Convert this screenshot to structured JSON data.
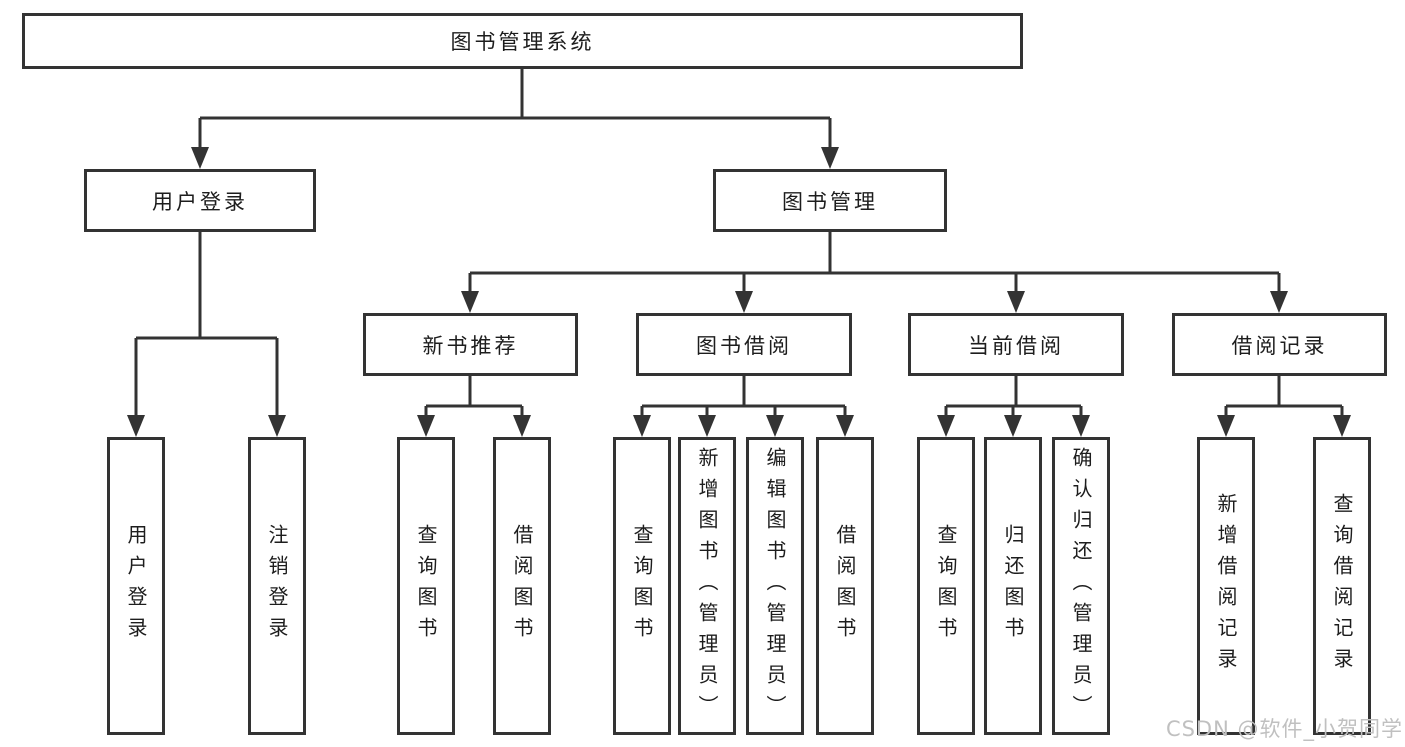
{
  "colors": {
    "line": "#333333",
    "box_border": "#333333",
    "text": "#1d1d1d",
    "watermark": "#c0c0c0",
    "background": "#ffffff"
  },
  "tree": {
    "label": "图书管理系统",
    "children": [
      {
        "label": "用户登录",
        "children": [
          {
            "label": "用户登录"
          },
          {
            "label": "注销登录"
          }
        ]
      },
      {
        "label": "图书管理",
        "children": [
          {
            "label": "新书推荐",
            "children": [
              {
                "label": "查询图书"
              },
              {
                "label": "借阅图书"
              }
            ]
          },
          {
            "label": "图书借阅",
            "children": [
              {
                "label": "查询图书"
              },
              {
                "label": "新增图书（管理员）"
              },
              {
                "label": "编辑图书（管理员）"
              },
              {
                "label": "借阅图书"
              }
            ]
          },
          {
            "label": "当前借阅",
            "children": [
              {
                "label": "查询图书"
              },
              {
                "label": "归还图书"
              },
              {
                "label": "确认归还（管理员）"
              }
            ]
          },
          {
            "label": "借阅记录",
            "children": [
              {
                "label": "新增借阅记录"
              },
              {
                "label": "查询借阅记录"
              }
            ]
          }
        ]
      }
    ]
  },
  "watermark": "CSDN @软件_小贺同学"
}
